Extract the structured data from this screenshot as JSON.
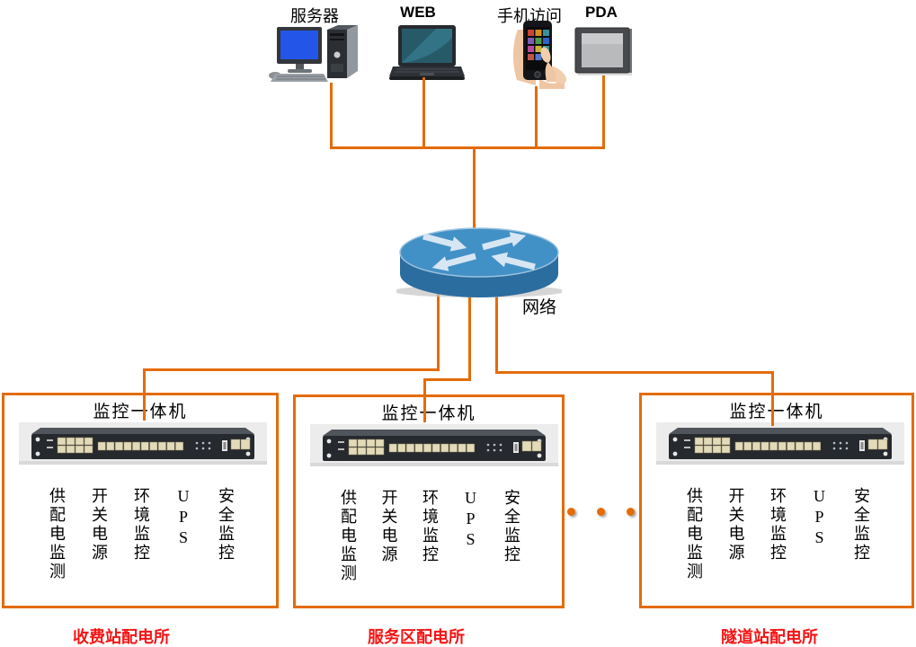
{
  "colors": {
    "line": "#E36C09",
    "caption_red": "#F51414",
    "router_top": "#4291C6",
    "router_side": "#2C6DA0",
    "screen_blue": "#2356E8",
    "port_beige": "#E3DAB9",
    "chassis_dark": "#26292E"
  },
  "clients": [
    {
      "label": "服务器",
      "icon": "desktop-server-icon"
    },
    {
      "label": "WEB",
      "icon": "laptop-icon"
    },
    {
      "label": "手机访问",
      "icon": "smartphone-hand-icon"
    },
    {
      "label": "PDA",
      "icon": "pda-icon"
    }
  ],
  "network": {
    "label": "网络",
    "icon": "router-icon"
  },
  "stations": [
    {
      "title": "监控一体机",
      "modules": [
        "供配电监测",
        "开关电源",
        "环境监控",
        "UPS",
        "安全监控"
      ],
      "caption": "收费站配电所"
    },
    {
      "title": "监控一体机",
      "modules": [
        "供配电监测",
        "开关电源",
        "环境监控",
        "UPS",
        "安全监控"
      ],
      "caption": "服务区配电所"
    },
    {
      "title": "监控一体机",
      "modules": [
        "供配电监测",
        "开关电源",
        "环境监控",
        "UPS",
        "安全监控"
      ],
      "caption": "隧道站配电所"
    }
  ],
  "continuation": {
    "dot_count": 3
  }
}
